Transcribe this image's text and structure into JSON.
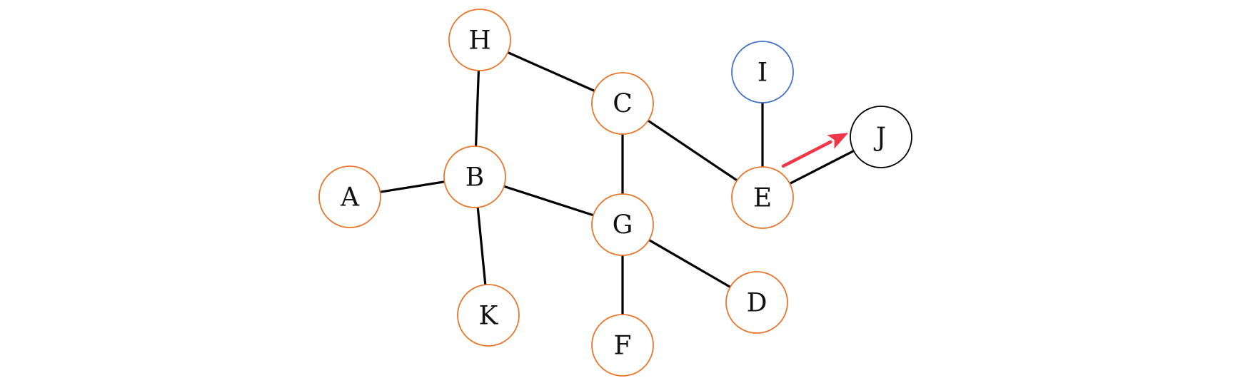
{
  "colors": {
    "visited": "#e8772e",
    "frontier": "#4472c4",
    "current": "#000000",
    "edge": "#000000",
    "arrow": "#f0374a"
  },
  "nodes": [
    {
      "id": "H",
      "label": "H",
      "status": "visited"
    },
    {
      "id": "C",
      "label": "C",
      "status": "visited"
    },
    {
      "id": "I",
      "label": "I",
      "status": "frontier"
    },
    {
      "id": "J",
      "label": "J",
      "status": "current"
    },
    {
      "id": "A",
      "label": "A",
      "status": "visited"
    },
    {
      "id": "B",
      "label": "B",
      "status": "visited"
    },
    {
      "id": "G",
      "label": "G",
      "status": "visited"
    },
    {
      "id": "E",
      "label": "E",
      "status": "visited"
    },
    {
      "id": "K",
      "label": "K",
      "status": "visited"
    },
    {
      "id": "D",
      "label": "D",
      "status": "visited"
    },
    {
      "id": "F",
      "label": "F",
      "status": "visited"
    }
  ],
  "edges": [
    {
      "from": "H",
      "to": "C"
    },
    {
      "from": "H",
      "to": "B"
    },
    {
      "from": "A",
      "to": "B"
    },
    {
      "from": "B",
      "to": "G"
    },
    {
      "from": "B",
      "to": "K"
    },
    {
      "from": "C",
      "to": "G"
    },
    {
      "from": "C",
      "to": "E"
    },
    {
      "from": "I",
      "to": "E"
    },
    {
      "from": "E",
      "to": "J"
    },
    {
      "from": "G",
      "to": "D"
    },
    {
      "from": "G",
      "to": "F"
    }
  ],
  "highlight_arrow": {
    "from": "E",
    "to": "J"
  }
}
